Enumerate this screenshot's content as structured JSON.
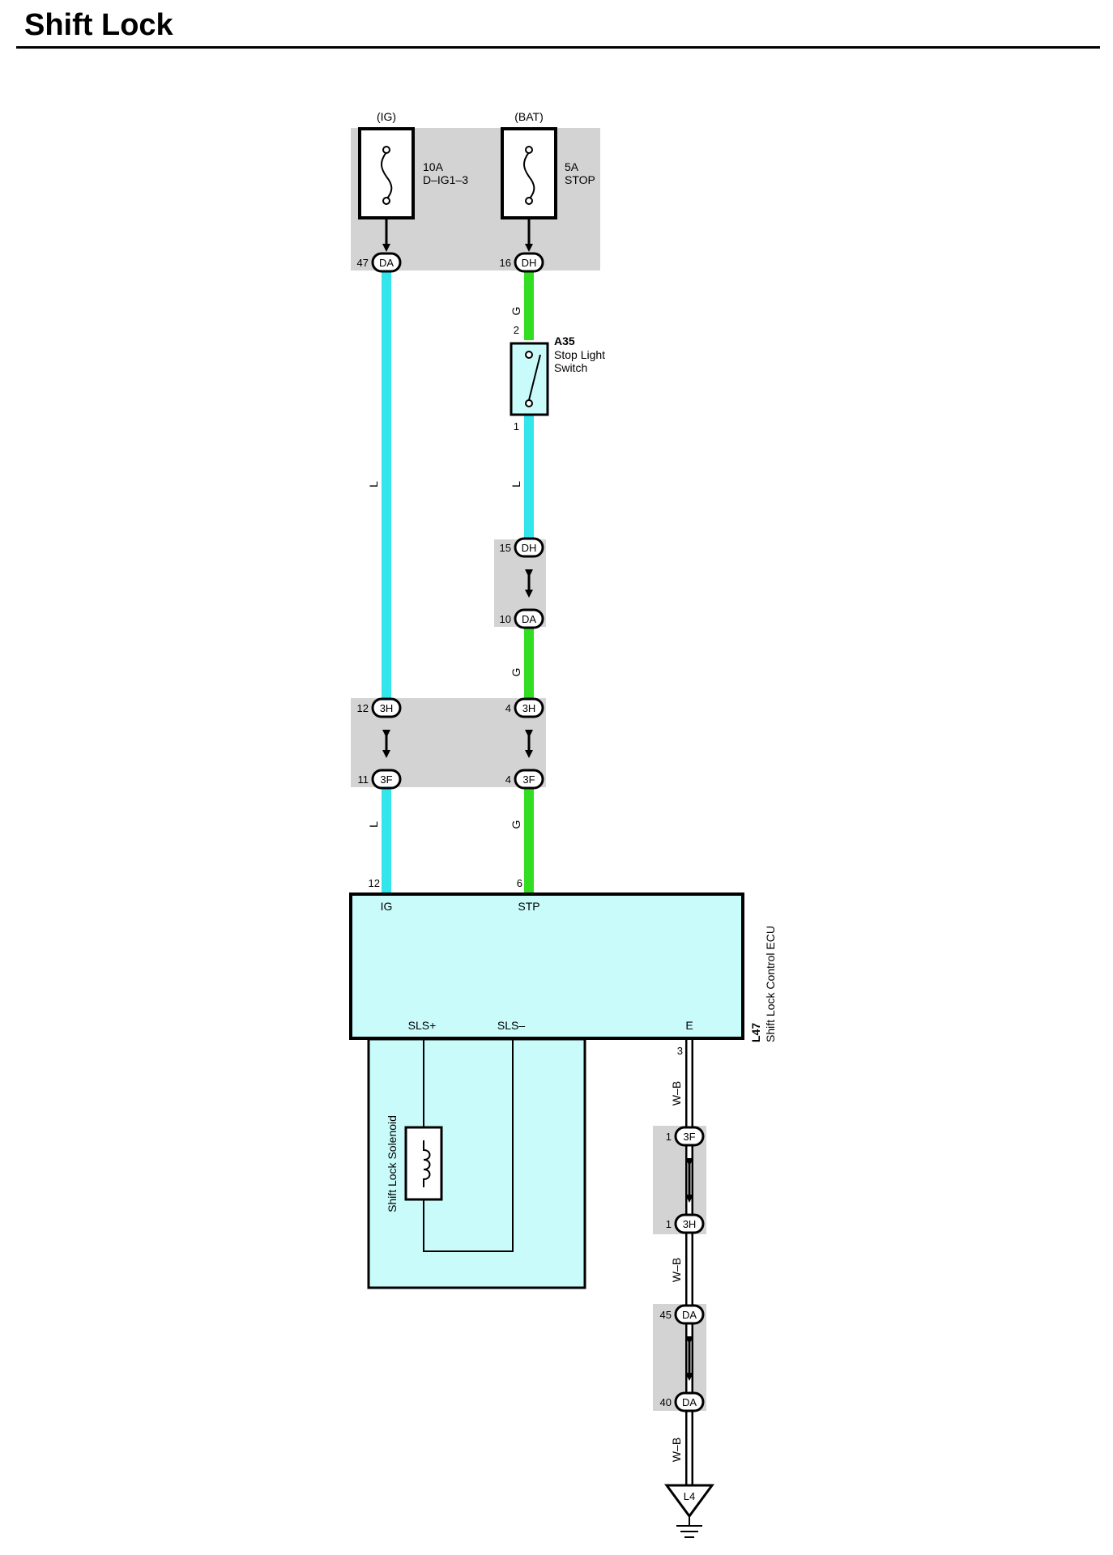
{
  "title": "Shift Lock",
  "colors": {
    "wire_L": "#33e6ec",
    "wire_G": "#33dd22",
    "wire_WB": "#ffffff",
    "junction_box": "#d3d3d3",
    "ecu_fill": "#c9fbfb",
    "switch_fill": "#c9fbfb"
  },
  "power": {
    "ig_label": "(IG)",
    "bat_label": "(BAT)",
    "fuse1_rating": "10A",
    "fuse1_name": "D–IG1–3",
    "fuse2_rating": "5A",
    "fuse2_name": "STOP"
  },
  "connectors": {
    "da": "DA",
    "dh": "DH",
    "h3": "3H",
    "f3": "3F"
  },
  "pins": {
    "p47": "47",
    "p16": "16",
    "p2": "2",
    "p1": "1",
    "p15": "15",
    "p10": "10",
    "p12": "12",
    "p11": "11",
    "p4": "4",
    "p6": "6",
    "p3": "3",
    "p45": "45",
    "p40": "40"
  },
  "wire_colors": {
    "l": "L",
    "g": "G",
    "wb": "W–B"
  },
  "switch": {
    "code": "A35",
    "name_line1": "Stop Light",
    "name_line2": "Switch"
  },
  "ecu": {
    "code": "L47",
    "name": "Shift Lock Control ECU",
    "term_ig": "IG",
    "term_stp": "STP",
    "term_sls_plus": "SLS+",
    "term_sls_minus": "SLS–",
    "term_e": "E"
  },
  "solenoid": {
    "name": "Shift Lock Solenoid"
  },
  "ground": {
    "code": "L4"
  }
}
